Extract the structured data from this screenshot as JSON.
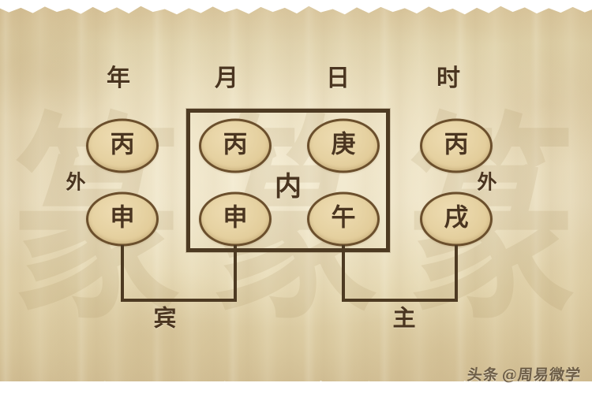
{
  "chart": {
    "type": "bazi-four-pillars-diagram",
    "column_headers": [
      {
        "label": "年",
        "meaning": "year"
      },
      {
        "label": "月",
        "meaning": "month"
      },
      {
        "label": "日",
        "meaning": "day"
      },
      {
        "label": "时",
        "meaning": "hour"
      }
    ],
    "rows": [
      {
        "name": "heavenly-stems",
        "cells": [
          "丙",
          "丙",
          "庚",
          "丙"
        ]
      },
      {
        "name": "earthly-branches",
        "cells": [
          "申",
          "申",
          "午",
          "戌"
        ]
      }
    ],
    "region_labels": {
      "inner": "内",
      "outer_left": "外",
      "outer_right": "外"
    },
    "bracket_labels": {
      "left": "宾",
      "right": "主"
    },
    "colors": {
      "parchment": "#e4d6b2",
      "ink": "#4a3520",
      "box_border": "#4d3a22",
      "cell_fill": "#e6d2a2",
      "cell_border": "#6b4f2c"
    },
    "background_watermark": "篆"
  },
  "credit": {
    "platform": "头条",
    "handle": "@周易微学"
  }
}
